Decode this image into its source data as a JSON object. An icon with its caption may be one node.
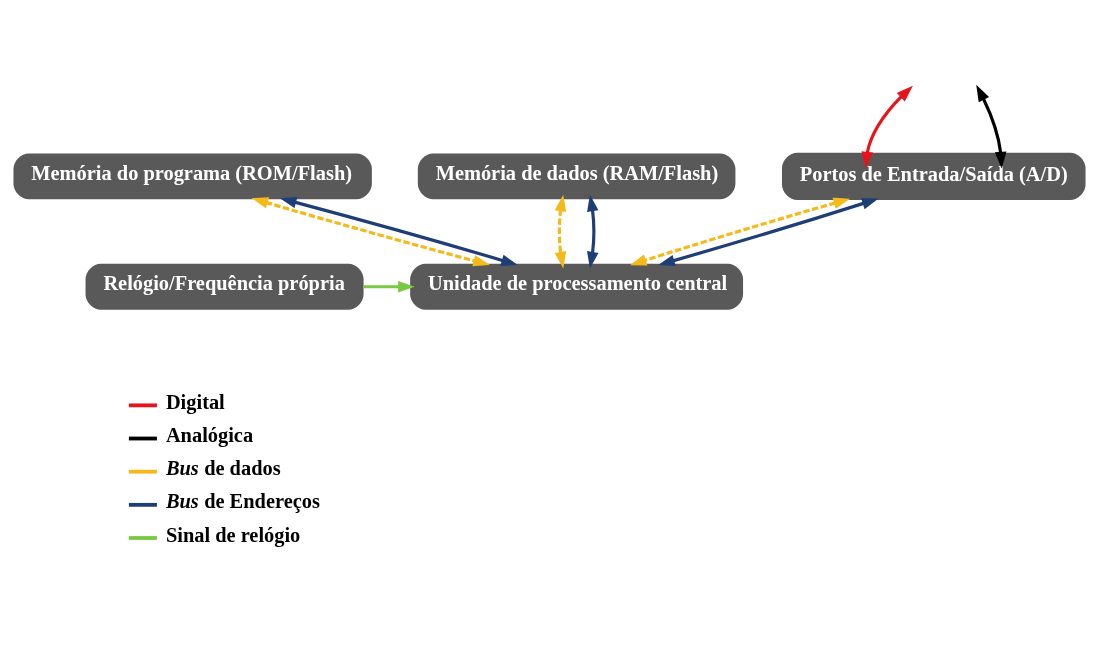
{
  "diagram": {
    "nodes": [
      {
        "text": [
          "Memória do programa (ROM/Flash)"
        ]
      },
      {
        "text": [
          "Memória de dados (RAM/Flash)"
        ]
      },
      {
        "text": [
          "Portos de Entrada/Saída (A/D)"
        ]
      },
      {
        "text": [
          "Relógio/Frequência própria"
        ]
      },
      {
        "text": [
          "Unidade de processamento central"
        ]
      }
    ],
    "edges": [
      {
        "from": null,
        "to": 2,
        "arrow": "both",
        "color": "#e8141b"
      },
      {
        "from": null,
        "to": 2,
        "arrow": "both",
        "color": "#000000"
      },
      {
        "from": 0,
        "to": 4,
        "arrow": "both",
        "style": "dashed",
        "color": "#f5b91a"
      },
      {
        "from": 1,
        "to": 4,
        "arrow": "both",
        "style": "dashed",
        "color": "#f5b91a"
      },
      {
        "from": 2,
        "to": 4,
        "arrow": "both",
        "style": "dashed",
        "color": "#f5b91a"
      },
      {
        "from": 0,
        "to": 4,
        "arrow": "both",
        "color": "#1f3e78"
      },
      {
        "from": 1,
        "to": 4,
        "arrow": "both",
        "color": "#1f3e78"
      },
      {
        "from": 2,
        "to": 4,
        "arrow": "both",
        "color": "#1f3e78"
      },
      {
        "from": 3,
        "to": 4,
        "arrow": "to",
        "color": "#7ac943"
      }
    ],
    "legend": [
      {
        "text": "Digital"
      },
      {
        "text": "Analógica"
      },
      {
        "text": "*Bus* de dados"
      },
      {
        "text": "*Bus* de Endereços"
      },
      {
        "text": "Sinal de relógio"
      }
    ]
  }
}
